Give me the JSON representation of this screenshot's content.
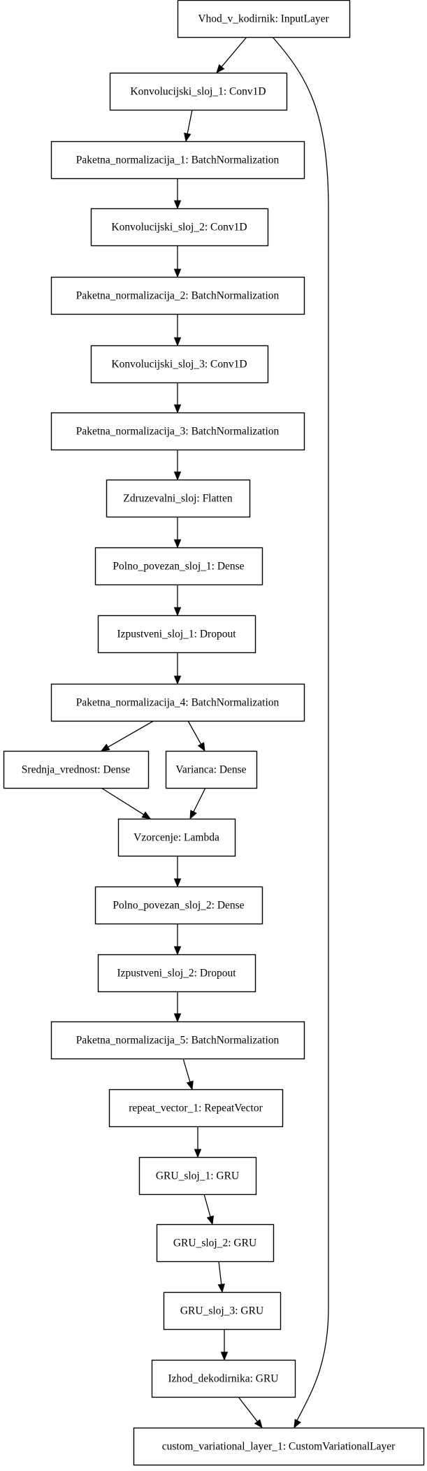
{
  "diagram": {
    "nodes": [
      {
        "id": "n1",
        "label": "Vhod_v_kodirnik: InputLayer"
      },
      {
        "id": "n2",
        "label": "Konvolucijski_sloj_1: Conv1D"
      },
      {
        "id": "n3",
        "label": "Paketna_normalizacija_1: BatchNormalization"
      },
      {
        "id": "n4",
        "label": "Konvolucijski_sloj_2: Conv1D"
      },
      {
        "id": "n5",
        "label": "Paketna_normalizacija_2: BatchNormalization"
      },
      {
        "id": "n6",
        "label": "Konvolucijski_sloj_3: Conv1D"
      },
      {
        "id": "n7",
        "label": "Paketna_normalizacija_3: BatchNormalization"
      },
      {
        "id": "n8",
        "label": "Zdruzevalni_sloj: Flatten"
      },
      {
        "id": "n9",
        "label": "Polno_povezan_sloj_1: Dense"
      },
      {
        "id": "n10",
        "label": "Izpustveni_sloj_1: Dropout"
      },
      {
        "id": "n11",
        "label": "Paketna_normalizacija_4: BatchNormalization"
      },
      {
        "id": "n12",
        "label": "Srednja_vrednost: Dense"
      },
      {
        "id": "n13",
        "label": "Varianca: Dense"
      },
      {
        "id": "n14",
        "label": "Vzorcenje: Lambda"
      },
      {
        "id": "n15",
        "label": "Polno_povezan_sloj_2: Dense"
      },
      {
        "id": "n16",
        "label": "Izpustveni_sloj_2: Dropout"
      },
      {
        "id": "n17",
        "label": "Paketna_normalizacija_5: BatchNormalization"
      },
      {
        "id": "n18",
        "label": "repeat_vector_1: RepeatVector"
      },
      {
        "id": "n19",
        "label": "GRU_sloj_1: GRU"
      },
      {
        "id": "n20",
        "label": "GRU_sloj_2: GRU"
      },
      {
        "id": "n21",
        "label": "GRU_sloj_3: GRU"
      },
      {
        "id": "n22",
        "label": "Izhod_dekodirnika: GRU"
      },
      {
        "id": "n23",
        "label": "custom_variational_layer_1: CustomVariationalLayer"
      }
    ],
    "edges": [
      {
        "from": "n1",
        "to": "n2"
      },
      {
        "from": "n1",
        "to": "n23"
      },
      {
        "from": "n2",
        "to": "n3"
      },
      {
        "from": "n3",
        "to": "n4"
      },
      {
        "from": "n4",
        "to": "n5"
      },
      {
        "from": "n5",
        "to": "n6"
      },
      {
        "from": "n6",
        "to": "n7"
      },
      {
        "from": "n7",
        "to": "n8"
      },
      {
        "from": "n8",
        "to": "n9"
      },
      {
        "from": "n9",
        "to": "n10"
      },
      {
        "from": "n10",
        "to": "n11"
      },
      {
        "from": "n11",
        "to": "n12"
      },
      {
        "from": "n11",
        "to": "n13"
      },
      {
        "from": "n12",
        "to": "n14"
      },
      {
        "from": "n13",
        "to": "n14"
      },
      {
        "from": "n14",
        "to": "n15"
      },
      {
        "from": "n15",
        "to": "n16"
      },
      {
        "from": "n16",
        "to": "n17"
      },
      {
        "from": "n17",
        "to": "n18"
      },
      {
        "from": "n18",
        "to": "n19"
      },
      {
        "from": "n19",
        "to": "n20"
      },
      {
        "from": "n20",
        "to": "n21"
      },
      {
        "from": "n21",
        "to": "n22"
      },
      {
        "from": "n22",
        "to": "n23"
      }
    ]
  }
}
